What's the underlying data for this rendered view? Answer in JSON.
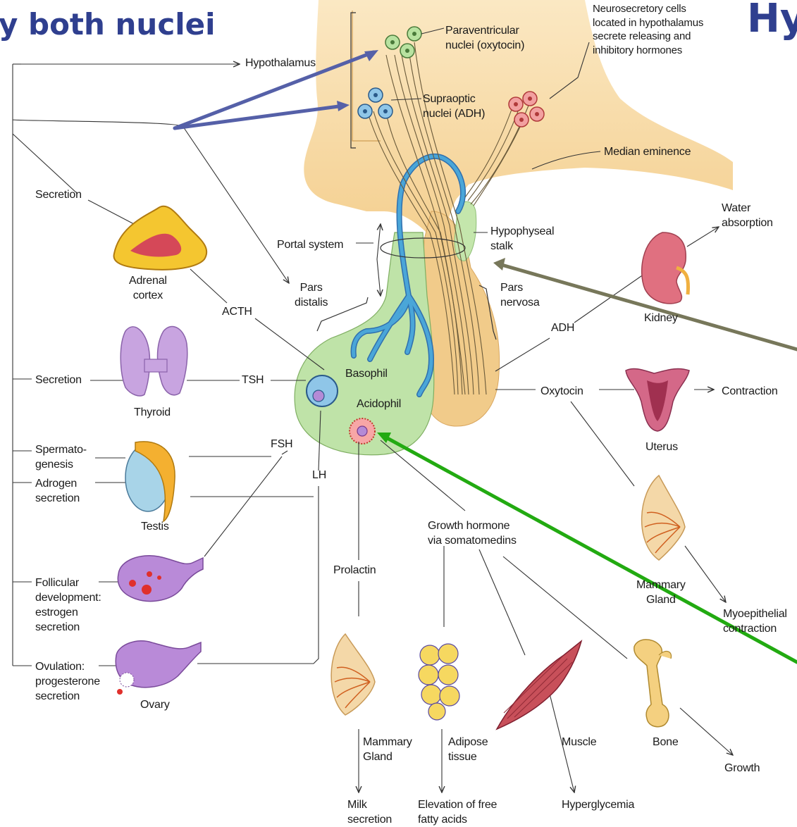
{
  "slide": {
    "title_left": "y both nuclei",
    "title_right": "Hy"
  },
  "labels": {
    "paraventricular": "Paraventricular\nnuclei (oxytocin)",
    "supraoptic": "Supraoptic\nnuclei (ADH)",
    "neurosecretory": "Neurosecretory cells\nlocated in hypothalamus\nsecrete releasing and\ninhibitory hormones",
    "hypothalamus": "Hypothalamus",
    "median_eminence": "Median eminence",
    "secretion_adrenal": "Secretion",
    "adrenal_cortex": "Adrenal\ncortex",
    "portal_system": "Portal system",
    "hypophyseal_stalk": "Hypophyseal\nstalk",
    "water_absorption": "Water\nabsorption",
    "pars_distalis": "Pars\ndistalis",
    "pars_nervosa": "Pars\nnervosa",
    "acth": "ACTH",
    "kidney": "Kidney",
    "adh": "ADH",
    "secretion_thyroid": "Secretion",
    "tsh": "TSH",
    "thyroid": "Thyroid",
    "basophil": "Basophil",
    "acidophil": "Acidophil",
    "oxytocin": "Oxytocin",
    "contraction": "Contraction",
    "spermatogenesis": "Spermato-\ngenesis",
    "fsh": "FSH",
    "uterus": "Uterus",
    "adrogen_secretion": "Adrogen\nsecretion",
    "lh": "LH",
    "testis": "Testis",
    "growth_hormone": "Growth hormone\nvia somatomedins",
    "prolactin": "Prolactin",
    "follicular": "Follicular\ndevelopment:\nestrogen\nsecretion",
    "mammary_gland_right": "Mammary\nGland",
    "myoepithelial": "Myoepithelial\ncontraction",
    "ovulation": "Ovulation:\nprogesterone\nsecretion",
    "ovary": "Ovary",
    "mammary_gland_bottom": "Mammary\nGland",
    "adipose_tissue": "Adipose\ntissue",
    "muscle": "Muscle",
    "bone": "Bone",
    "growth": "Growth",
    "milk_secretion": "Milk\nsecretion",
    "free_fatty_acids": "Elevation of free\nfatty acids",
    "hyperglycemia": "Hyperglycemia"
  },
  "colors": {
    "title": "#2f3f8f",
    "hypothalamus_fill": "#f6d7a0",
    "anterior_pituitary": "#bfe3a8",
    "posterior_pituitary": "#f3cf8e",
    "portal_vessels": "#4aa6d8",
    "annotation_arrow_blue": "#5560a8",
    "annotation_arrow_olive": "#77775a",
    "annotation_arrow_green": "#22aa11"
  }
}
